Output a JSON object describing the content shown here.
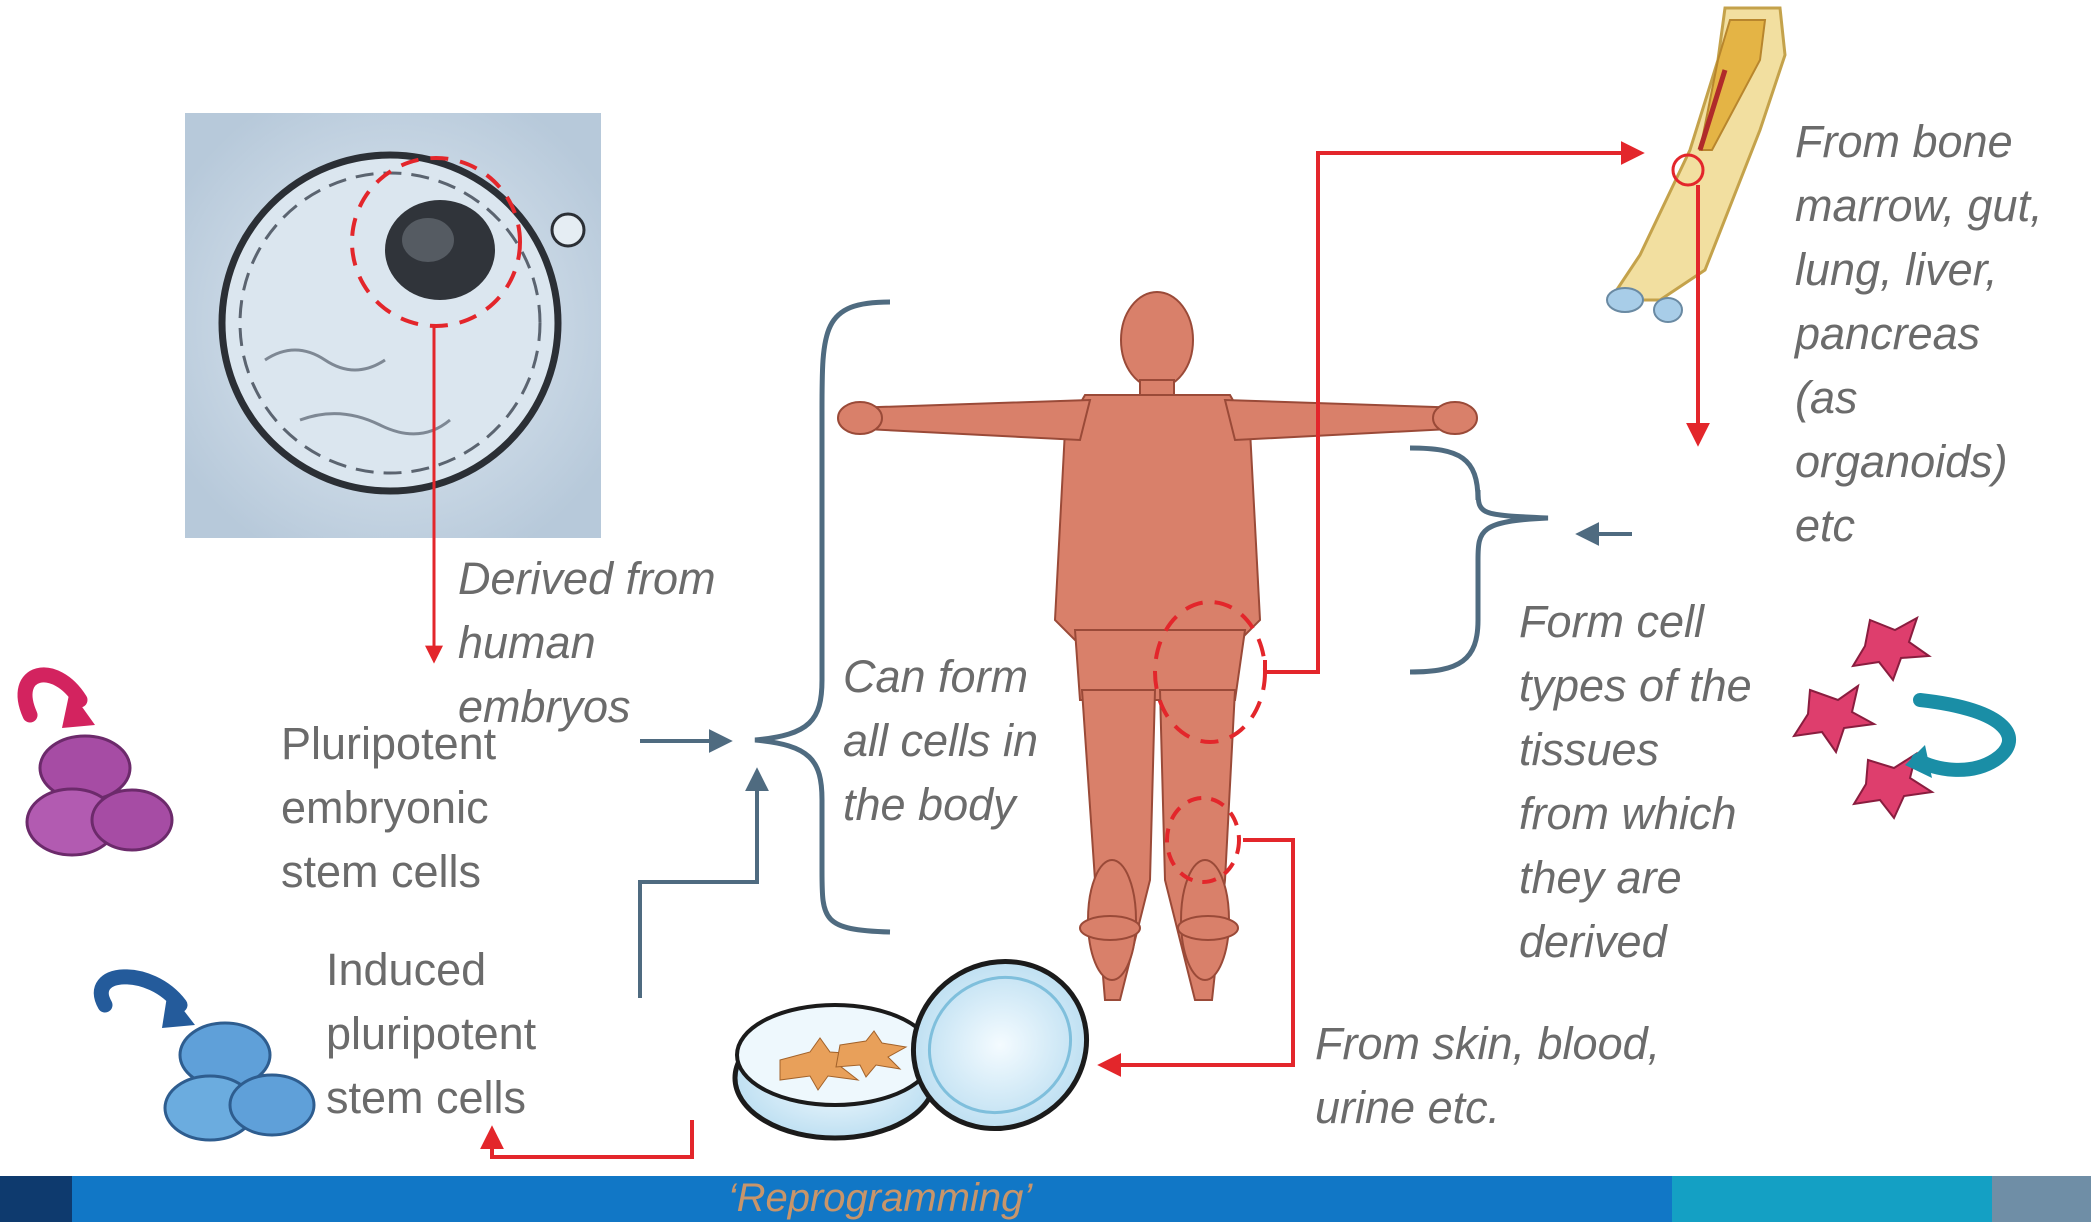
{
  "labels": {
    "derived_embryos": "Derived from\nhuman\nembryos",
    "pluripotent_esc": "Pluripotent\nembryonic\nstem cells",
    "induced_psc": "Induced\npluripotent\nstem cells",
    "form_all_cells": "Can form\nall cells in\nthe body",
    "from_bone_marrow": "From bone\nmarrow, gut,\nlung, liver,\npancreas\n(as\norganoids)\netc",
    "form_cell_types": "Form cell\ntypes of the\ntissues\nfrom which\nthey are\nderived",
    "from_skin_blood": "From skin, blood,\nurine etc.",
    "reprogramming": "‘Reprogramming’"
  },
  "colors": {
    "arrow_red": "#e3262b",
    "arrow_slate": "#4f6b80",
    "text_grey": "#6b6b6b",
    "reprogramming_text": "#c8956a",
    "band_dark": "#0e3a6e",
    "band_blue": "#1177c6",
    "band_teal": "#14a0c4",
    "band_grey": "#6f8ea6"
  },
  "icons": {
    "embryo": "blastocyst-micrograph",
    "body": "human-muscle-anatomy",
    "bone": "femur-bone",
    "dish": "petri-dish",
    "pink_cells": "pink-cell-cluster",
    "blue_cells": "blue-cell-cluster",
    "stellate_cells": "stellate-cells"
  }
}
